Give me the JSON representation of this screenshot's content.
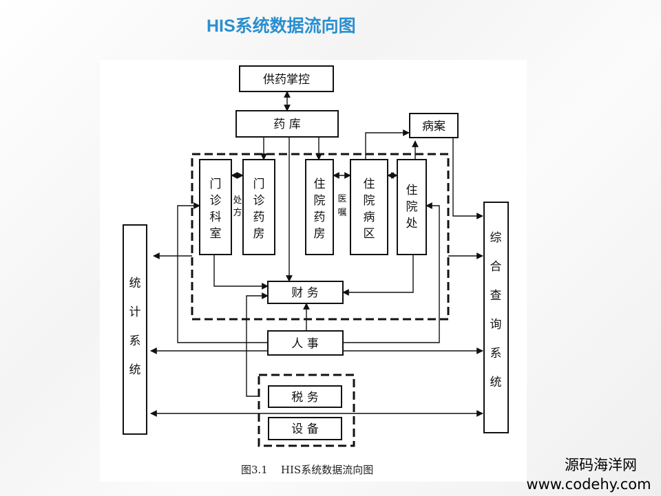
{
  "slide": {
    "title": "HIS系统数据流向图"
  },
  "diagram": {
    "nodes": {
      "supply_control": "供药掌控",
      "pharmacy_store": "药 库",
      "case_records": "病案",
      "outpatient_room": [
        "门",
        "诊",
        "科",
        "室"
      ],
      "outpatient_pharmacy": [
        "门",
        "诊",
        "药",
        "房"
      ],
      "inpatient_pharmacy": [
        "住",
        "院",
        "药",
        "房"
      ],
      "inpatient_ward": [
        "住",
        "院",
        "病",
        "区"
      ],
      "inpatient_office": [
        "住",
        "院",
        "处"
      ],
      "finance": "财 务",
      "personnel": "人 事",
      "tax": "税 务",
      "equipment": "设 备",
      "statistics_system": [
        "统",
        "计",
        "系",
        "统"
      ],
      "query_system": [
        "综",
        "合",
        "查",
        "询",
        "系",
        "统"
      ]
    },
    "edge_labels": {
      "prescription": [
        "处",
        "方"
      ],
      "medical_order": [
        "医",
        "嘱"
      ]
    },
    "caption": "图3.1    HIS系统数据流向图"
  },
  "watermark": {
    "name": "源码海洋网",
    "url": "www.codehy.com"
  }
}
